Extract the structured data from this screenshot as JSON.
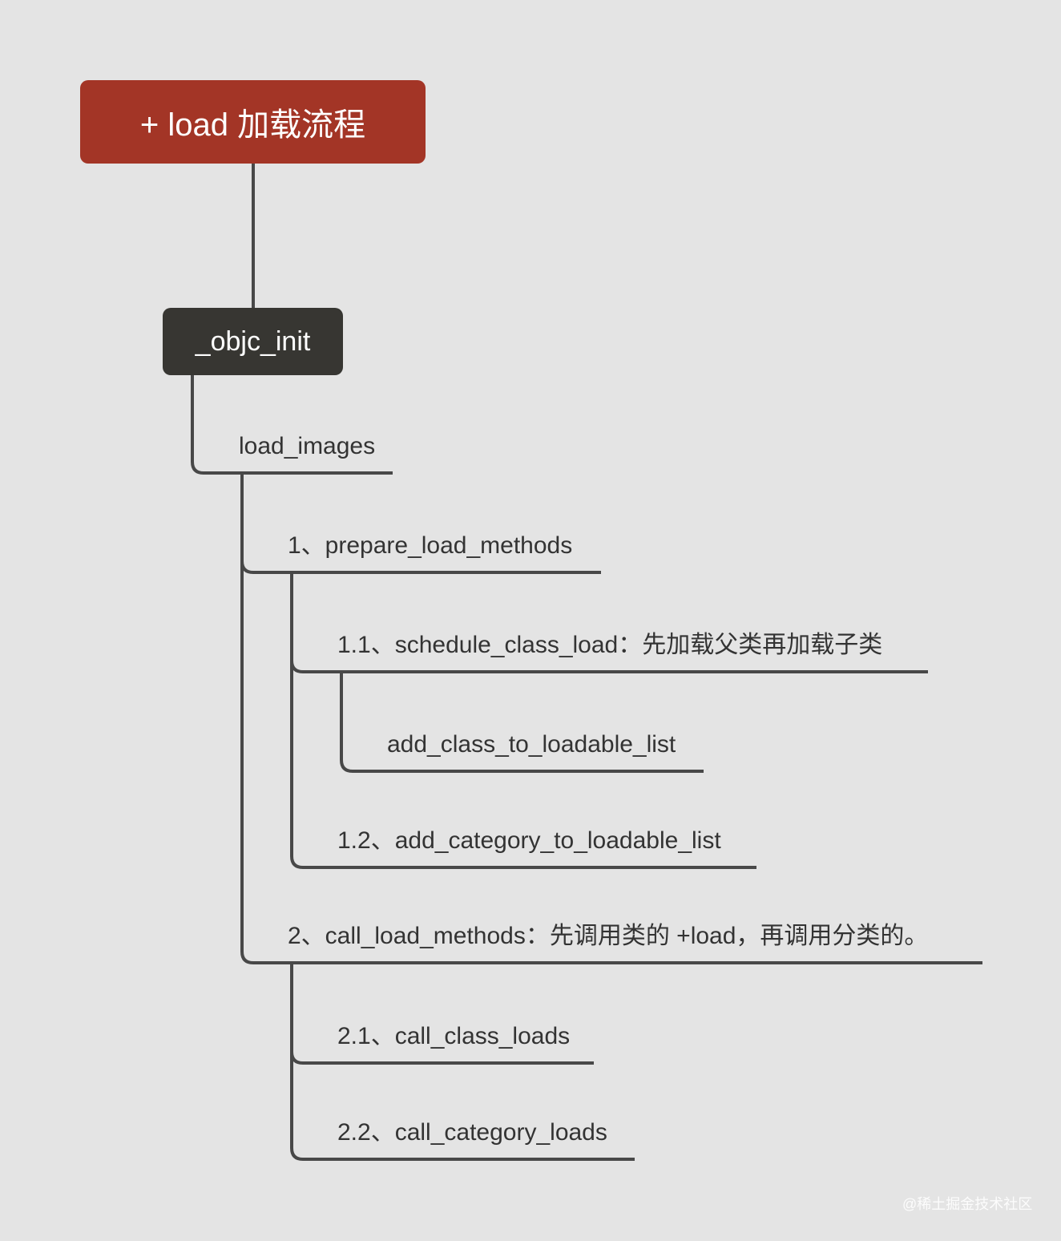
{
  "root": {
    "label": "+ load 加载流程"
  },
  "child": {
    "label": "_objc_init"
  },
  "branches": {
    "load_images": "load_images",
    "prepare": "1、prepare_load_methods",
    "schedule": "1.1、schedule_class_load：先加载父类再加载子类",
    "add_class": "add_class_to_loadable_list",
    "add_category": "1.2、add_category_to_loadable_list",
    "call_load": "2、call_load_methods：先调用类的 +load，再调用分类的。",
    "call_class": "2.1、call_class_loads",
    "call_category": "2.2、call_category_loads"
  },
  "watermark": "@稀土掘金技术社区",
  "colors": {
    "root": "#a33526",
    "child": "#373632",
    "line": "#484848",
    "background": "#e4e4e4"
  }
}
